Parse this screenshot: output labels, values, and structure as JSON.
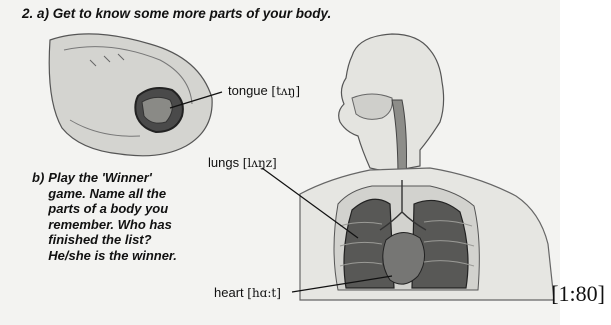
{
  "exercise": {
    "heading": "2. a) Get to know some more parts of your body.",
    "part_b": {
      "marker": "b)",
      "text": "Play the 'Winner' game. Name all the parts of a body you remember. Who has finished the list? He/she is the winner."
    },
    "labels": {
      "tongue": {
        "word": "tongue",
        "ipa": "[tʌŋ]"
      },
      "lungs": {
        "word": "lungs",
        "ipa": "[lʌŋz]"
      },
      "heart": {
        "word": "heart",
        "ipa": "[hɑ:t]"
      }
    }
  },
  "reference": "[1:80]"
}
